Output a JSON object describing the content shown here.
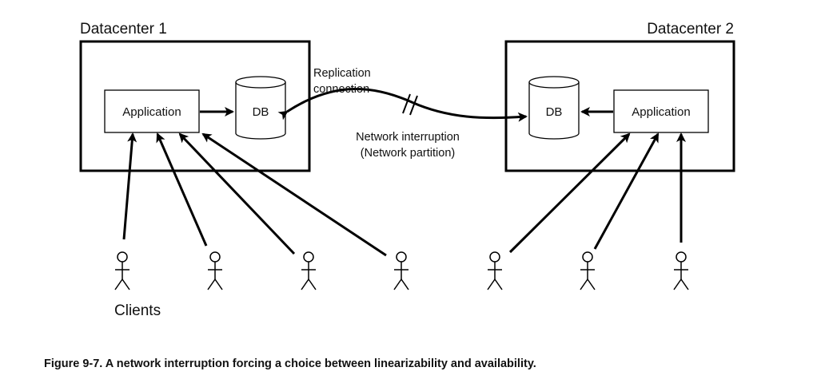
{
  "datacenters": [
    {
      "title": "Datacenter 1",
      "app_label": "Application",
      "db_label": "DB"
    },
    {
      "title": "Datacenter 2",
      "app_label": "Application",
      "db_label": "DB"
    }
  ],
  "replication": {
    "line1": "Replication",
    "line2": "connection"
  },
  "interruption": {
    "line1": "Network interruption",
    "line2": "(Network partition)"
  },
  "clients_label": "Clients",
  "caption": "Figure 9-7. A network interruption forcing a choice between linearizability and availability."
}
